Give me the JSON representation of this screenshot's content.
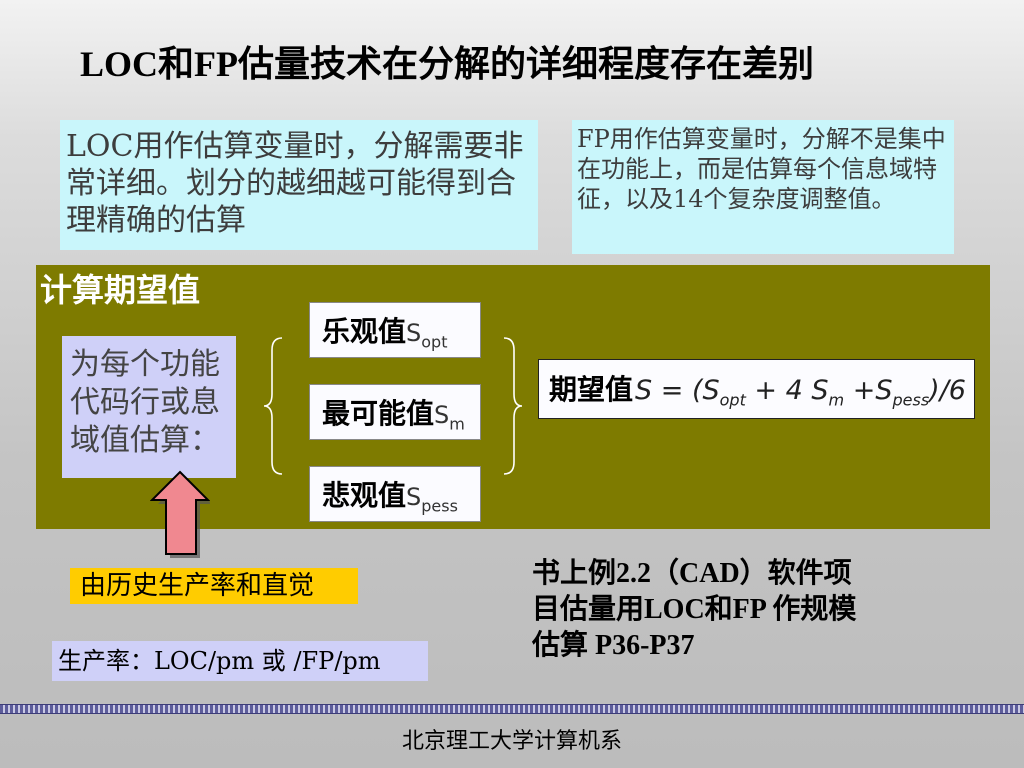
{
  "slide": {
    "title": "LOC和FP估量技术在分解的详细程度存在差别",
    "loc_note": "LOC用作估算变量时，分解需要非常详细。划分的越细越可能得到合理精确的估算",
    "fp_note": "FP用作估算变量时，分解不是集中在功能上，而是估算每个信息域特征，以及14个复杂度调整值。",
    "panel": {
      "title": "计算期望值",
      "estimate_note": "为每个功能代码行或息域值估算：",
      "values": [
        {
          "label": "乐观值",
          "symbol": "S",
          "sub": "opt"
        },
        {
          "label": "最可能值",
          "symbol": "S",
          "sub": "m"
        },
        {
          "label": "悲观值",
          "symbol": "S",
          "sub": "pess"
        }
      ],
      "expected": {
        "label": "期望值",
        "f1": "S = (S",
        "s1": "opt",
        "f2": " + 4 S",
        "s2": "m",
        "f3": " +S",
        "s3": "pess",
        "f4": ")/6"
      }
    },
    "source_label": "由历史生产率和直觉",
    "productivity_label": "生产率：LOC/pm 或 /FP/pm",
    "book_example": {
      "line1": "书上例2.2（CAD）软件项",
      "line2": "目估量用LOC和FP 作规模",
      "line3": "估算  P36-P37"
    },
    "footer": "北京理工大学计算机系"
  },
  "colors": {
    "panel": "#7e7b00",
    "cyan_box": "#c9f6fb",
    "lavender_box": "#cfd0f8",
    "highlight": "#ffcc00",
    "arrow": "#f08890"
  }
}
